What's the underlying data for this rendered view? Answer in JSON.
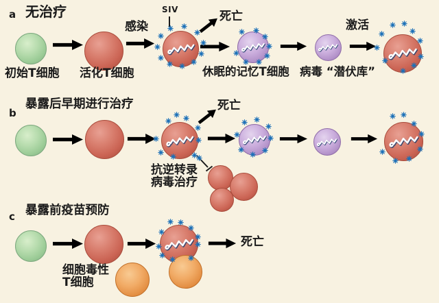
{
  "figure": {
    "panels": [
      {
        "label": "a",
        "title": "无治疗",
        "texts": {
          "naive": "初始T细胞",
          "activated": "活化T细胞",
          "infection": "感染",
          "siv": "SIV",
          "death": "死亡",
          "memory": "休眠的记忆T细胞",
          "reservoir": "病毒 “潜伏库”",
          "activation": "激活"
        }
      },
      {
        "label": "b",
        "title": "暴露后早期进行治疗",
        "texts": {
          "death": "死亡",
          "art_line1": "抗逆转录",
          "art_line2": "病毒治疗"
        }
      },
      {
        "label": "c",
        "title": "暴露前疫苗预防",
        "texts": {
          "ctl_line1": "细胞毒性",
          "ctl_line2": "T细胞",
          "death": "死亡"
        }
      }
    ],
    "colors": {
      "background": "#f8f2e1",
      "naive_cell": "#a9d3a2",
      "activated_cell": "#cd6a5a",
      "latent_cell": "#bf9fd3",
      "cytotoxic_cell": "#eda05c",
      "virus_particle": "#1d71b8",
      "arrow_fill": "#f1e8d8",
      "text": "#1a1a1a"
    }
  }
}
